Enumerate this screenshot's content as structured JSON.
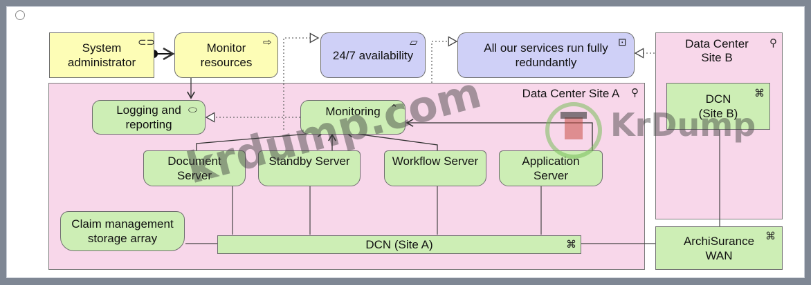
{
  "nodes": {
    "system_administrator": "System\nadministrator",
    "monitor_resources": "Monitor\nresources",
    "availability": "24/7 availability",
    "redundant": "All our services run fully\nredundantly",
    "data_center_b": "Data Center\nSite B",
    "data_center_a": "Data Center Site A",
    "logging_reporting": "Logging and\nreporting",
    "monitoring": "Monitoring",
    "dcn_site_b": "DCN\n(Site B)",
    "document_server": "Document\nServer",
    "standby_server": "Standby Server",
    "workflow_server": "Workflow Server",
    "application_server": "Application\nServer",
    "claim_storage": "Claim management\nstorage array",
    "dcn_site_a": "DCN (Site A)",
    "archisurance_wan": "ArchiSurance\nWAN"
  },
  "watermarks": {
    "main": "krdump.com",
    "brand": "KrDump"
  },
  "colors": {
    "business_role": "#fdfdb6",
    "requirement": "#cfd0f7",
    "technology": "#cdeeb5",
    "location": "#f8d7ea"
  }
}
